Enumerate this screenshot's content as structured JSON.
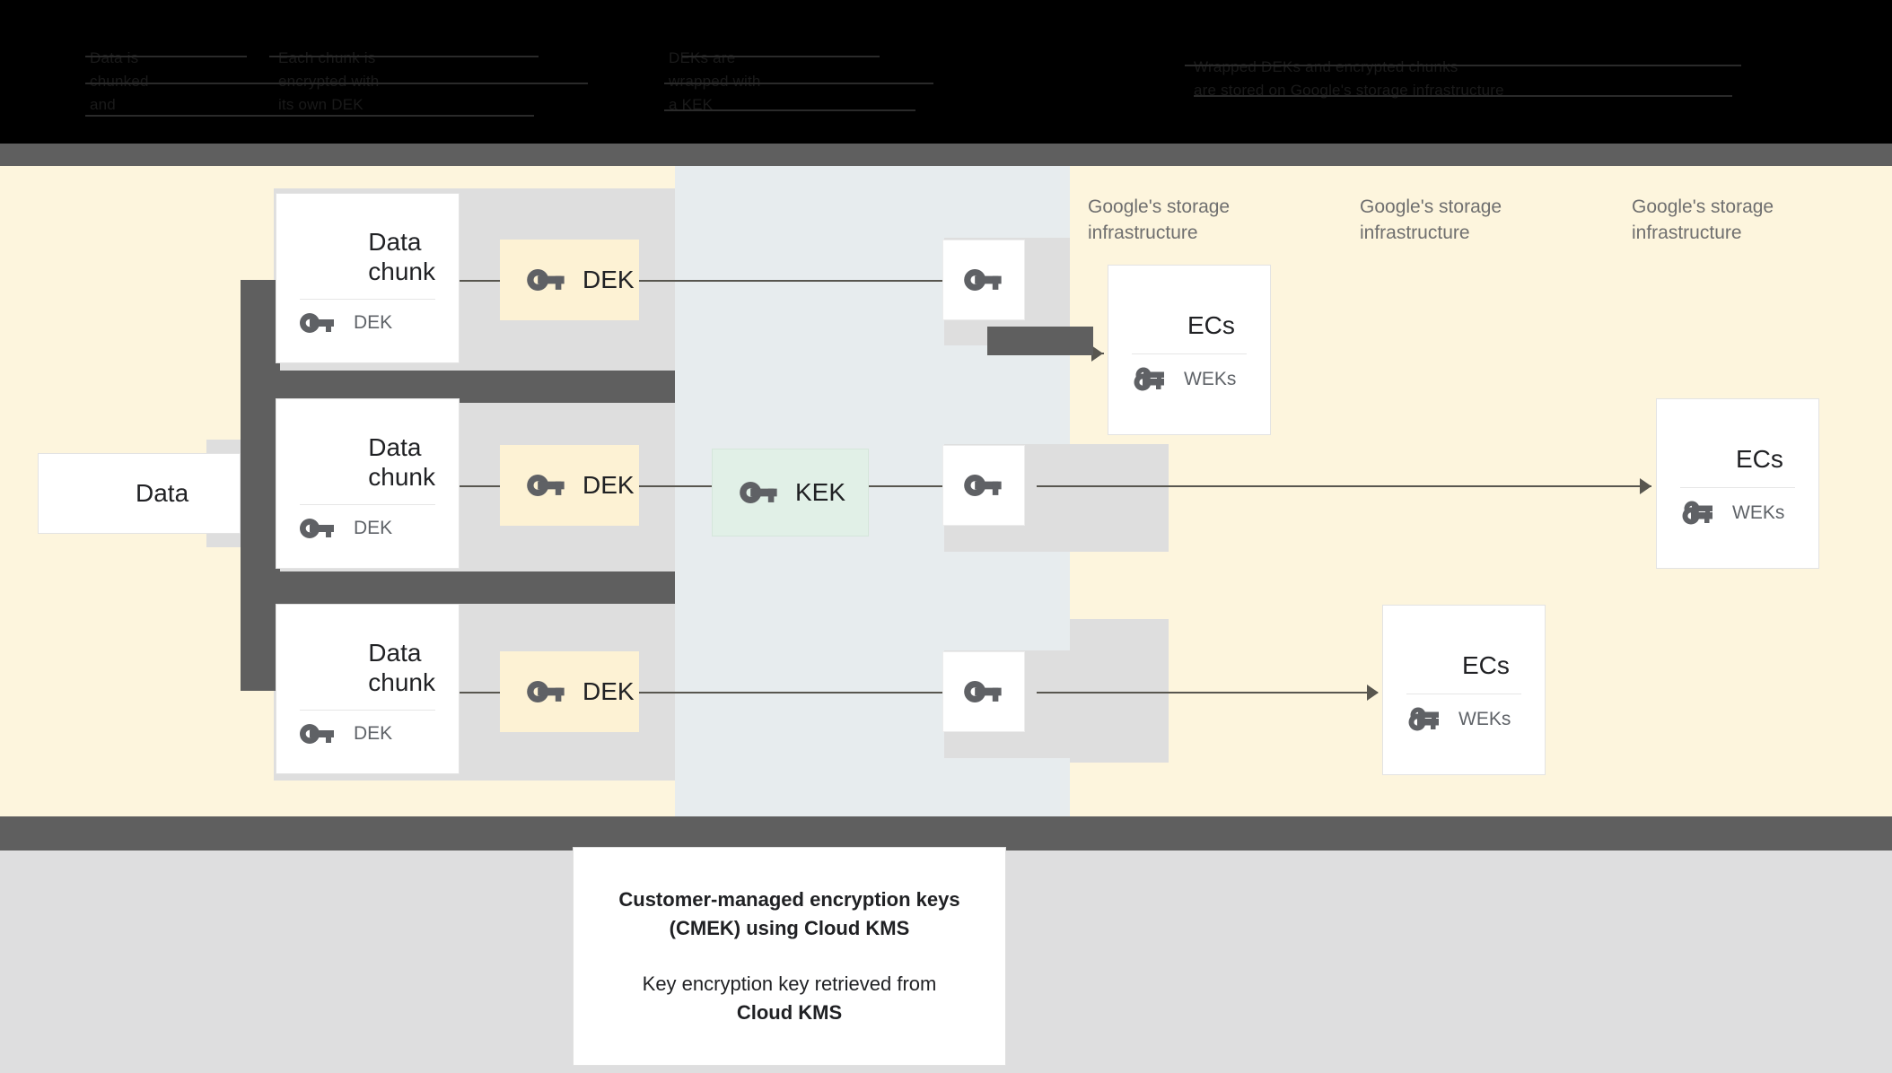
{
  "header": {
    "note": "top strip is a dark / redacted band with near-black text",
    "col1": "Data is\nchunked\nand",
    "col2": "Each chunk is\nencrypted with\nits own DEK",
    "col3": "DEKs are\nwrapped with\na KEK",
    "col4": "Wrapped DEKs and encrypted chunks\nare stored on Google's storage infrastructure"
  },
  "regions": {
    "left_label": "",
    "mid_label": "",
    "right_label": ""
  },
  "colors": {
    "cream": "#fdf5dd",
    "mid_gray": "#e7ecee",
    "panel_gray": "#dedede",
    "dek_tile": "#fdf2d4",
    "kek_tile": "#e1f0e7",
    "redaction": "#5f5f5f",
    "line": "#58564f",
    "footer": "#dededf",
    "header": "#000000"
  },
  "source": {
    "icon": "server-stack-icon",
    "label": "Data"
  },
  "chunks": [
    {
      "icon": "server-stack-icon",
      "title": "Data\nchunk",
      "key_icon": "key-icon",
      "key_label": "DEK"
    },
    {
      "icon": "server-stack-icon",
      "title": "Data\nchunk",
      "key_icon": "key-icon",
      "key_label": "DEK"
    },
    {
      "icon": "server-stack-icon",
      "title": "Data\nchunk",
      "key_icon": "key-icon",
      "key_label": "DEK"
    }
  ],
  "dek_tiles": [
    {
      "icon": "key-icon",
      "label": "DEK"
    },
    {
      "icon": "key-icon",
      "label": "DEK"
    },
    {
      "icon": "key-icon",
      "label": "DEK"
    }
  ],
  "kek": {
    "icon": "key-icon",
    "label": "KEK"
  },
  "wrapped_keys": [
    {
      "icon": "key-icon"
    },
    {
      "icon": "key-icon"
    },
    {
      "icon": "key-icon"
    }
  ],
  "infra_labels": [
    "Google's storage\ninfrastructure",
    "Google's storage\ninfrastructure",
    "Google's storage\ninfrastructure"
  ],
  "ec_cards": [
    {
      "icon": "server-stack-icon",
      "title": "ECs",
      "key_icon": "double-key-icon",
      "key_label": "WEKs"
    },
    {
      "icon": "server-stack-icon",
      "title": "ECs",
      "key_icon": "double-key-icon",
      "key_label": "WEKs"
    },
    {
      "icon": "server-stack-icon",
      "title": "ECs",
      "key_icon": "double-key-icon",
      "key_label": "WEKs"
    }
  ],
  "caption": {
    "title": "Customer-managed encryption keys\n(CMEK) using Cloud KMS",
    "body_line1": "Key encryption key retrieved from",
    "body_line2": "Cloud KMS"
  }
}
